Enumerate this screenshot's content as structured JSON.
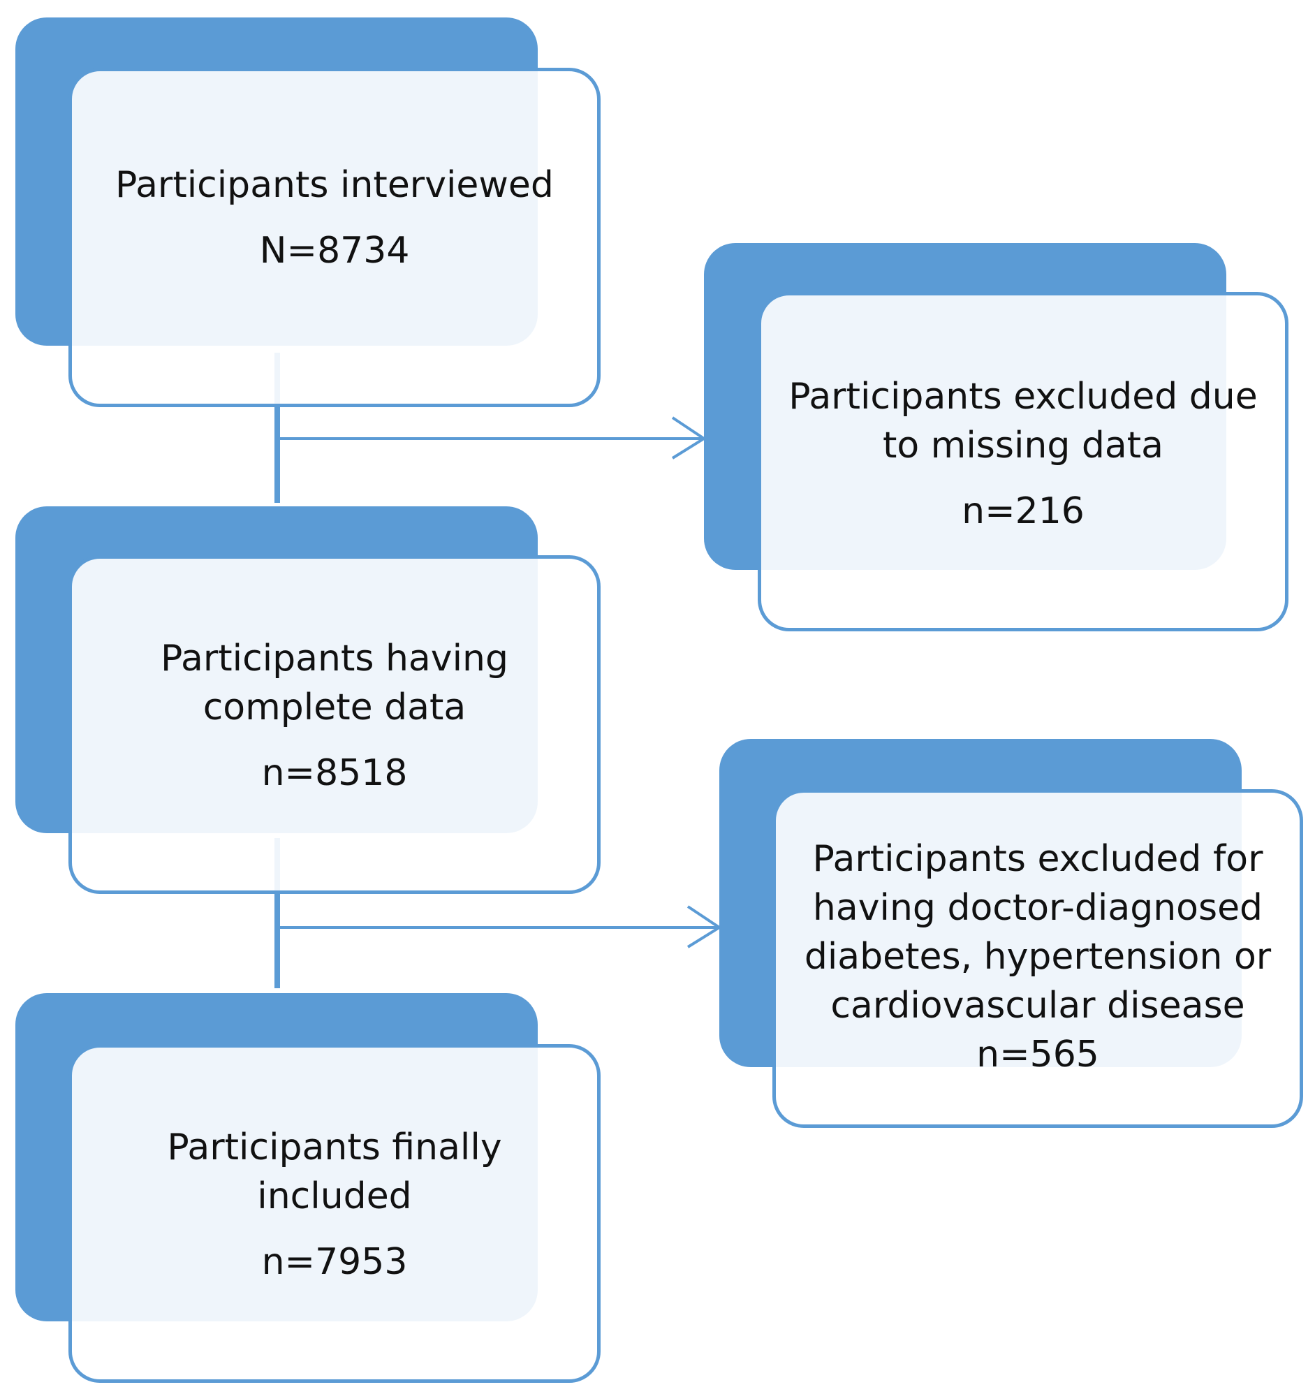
{
  "diagram": {
    "nodes": [
      {
        "id": "interviewed",
        "title": "Participants interviewed",
        "count": "N=8734"
      },
      {
        "id": "excluded-missing",
        "title": "Participants excluded due\nto missing data",
        "count": "n=216"
      },
      {
        "id": "complete",
        "title": "Participants having\ncomplete data",
        "count": "n=8518"
      },
      {
        "id": "excluded-disease",
        "title": "Participants excluded for\nhaving doctor-diagnosed\ndiabetes, hypertension or\ncardiovascular disease",
        "count": "n=565"
      },
      {
        "id": "included",
        "title": "Participants finally\nincluded",
        "count": "n=7953"
      }
    ],
    "edges": [
      {
        "from": "interviewed",
        "to": "complete"
      },
      {
        "from": "interviewed",
        "to": "excluded-missing"
      },
      {
        "from": "complete",
        "to": "included"
      },
      {
        "from": "complete",
        "to": "excluded-disease"
      }
    ],
    "colors": {
      "accent": "#5b9bd5",
      "text": "#111111"
    }
  }
}
